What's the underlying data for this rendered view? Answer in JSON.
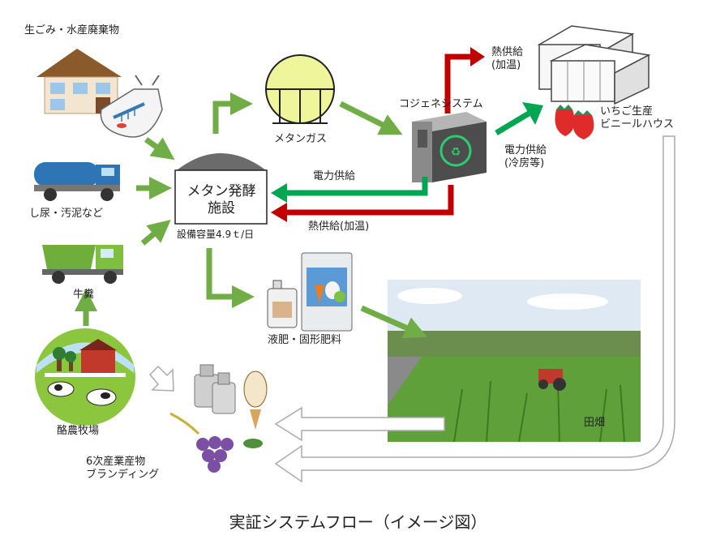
{
  "labels": {
    "food_waste": "生ごみ・水産廃棄物",
    "sludge": "し尿・汚泥など",
    "manure": "牛糞",
    "dairy_farm": "酪農牧場",
    "sixth_industry": "6次産業産物\nブランディング",
    "methane_facility": "メタン発酵\n施設",
    "capacity": "設備容量4.9ｔ/日",
    "methane_gas": "メタンガス",
    "cogeneration": "コジェネシステム",
    "heat_supply_top": "熱供給\n(加温)",
    "greenhouse": "いちご生産\nビニールハウス",
    "power_supply_cooling": "電力供給\n(冷房等)",
    "power_supply": "電力供給",
    "heat_supply_bottom": "熱供給(加温)",
    "fertilizer": "液肥・固形肥料",
    "field": "田畑"
  },
  "caption": "実証システムフロー（イメージ図）",
  "colors": {
    "flow_arrow": "#70ad47",
    "power_arrow": "#00a651",
    "heat_arrow": "#c00000",
    "return_arrow": "#ffffff"
  }
}
